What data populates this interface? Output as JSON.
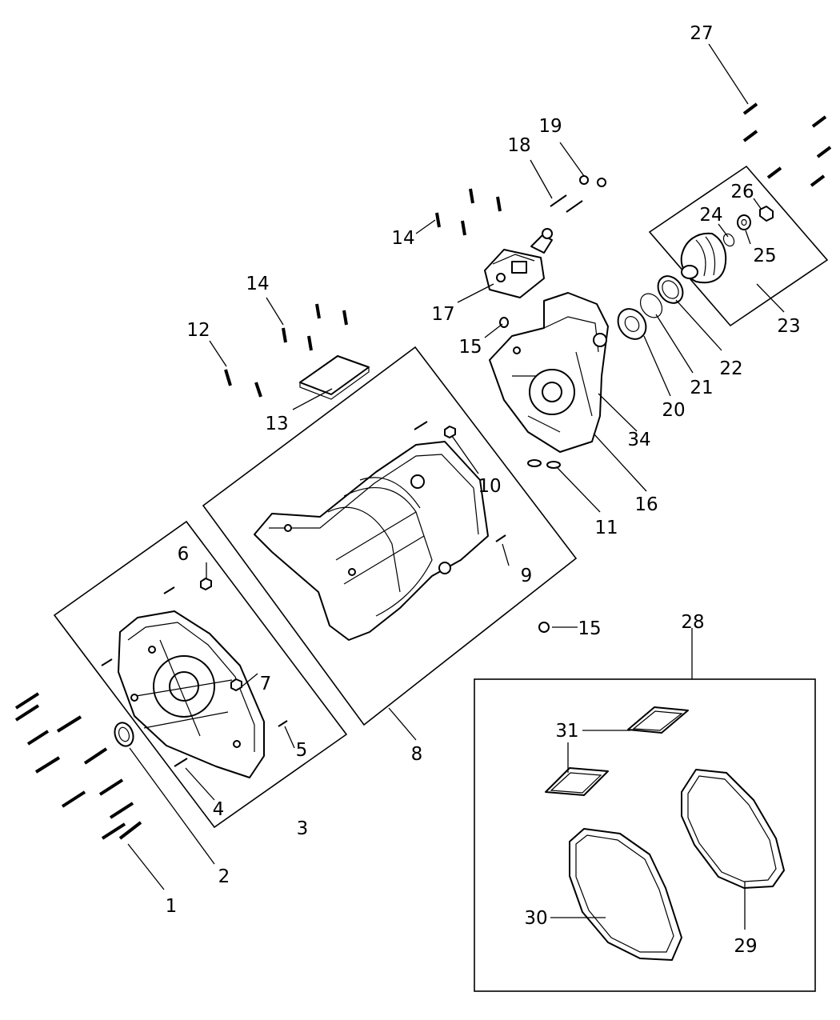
{
  "labels": {
    "l1": "1",
    "l2": "2",
    "l3": "3",
    "l4": "4",
    "l5": "5",
    "l6": "6",
    "l7": "7",
    "l8": "8",
    "l9": "9",
    "l10": "10",
    "l11": "11",
    "l12": "12",
    "l13": "13",
    "l14a": "14",
    "l14b": "14",
    "l15a": "15",
    "l15b": "15",
    "l16": "16",
    "l17": "17",
    "l18": "18",
    "l19": "19",
    "l20": "20",
    "l21": "21",
    "l22": "22",
    "l23": "23",
    "l24": "24",
    "l25": "25",
    "l26": "26",
    "l27": "27",
    "l28": "28",
    "l29": "29",
    "l30": "30",
    "l31": "31",
    "l34": "34"
  }
}
